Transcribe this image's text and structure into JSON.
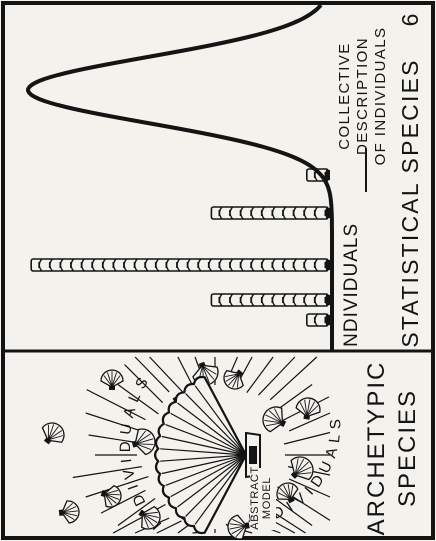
{
  "figure": {
    "number": "6",
    "ink": "#141414",
    "paper": "#f4f2ec"
  },
  "archetypic_panel": {
    "title_line1": "ARCHETYPIC",
    "title_line2": "SPECIES",
    "arc_label_top": "INDIVIDUALS",
    "arc_label_bottom": "INDIVIDUALS",
    "center_label_line1": "ABSTRACT",
    "center_label_line2": "MODEL",
    "center_icon": "scallop-shell-icon",
    "small_icon": "small-shell-icon"
  },
  "statistical_panel": {
    "title": "STATISTICAL SPECIES",
    "individuals_label": "INDIVIDUALS",
    "collective_label_line1": "COLLECTIVE",
    "collective_label_line2": "DESCRIPTION",
    "collective_label_line3": "OF INDIVIDUALS",
    "stack_icon": "stacked-shells-icon",
    "shell_stack_counts": [
      2,
      11,
      28,
      11,
      2
    ],
    "curve_type": "bell-shaped frequency curve"
  }
}
